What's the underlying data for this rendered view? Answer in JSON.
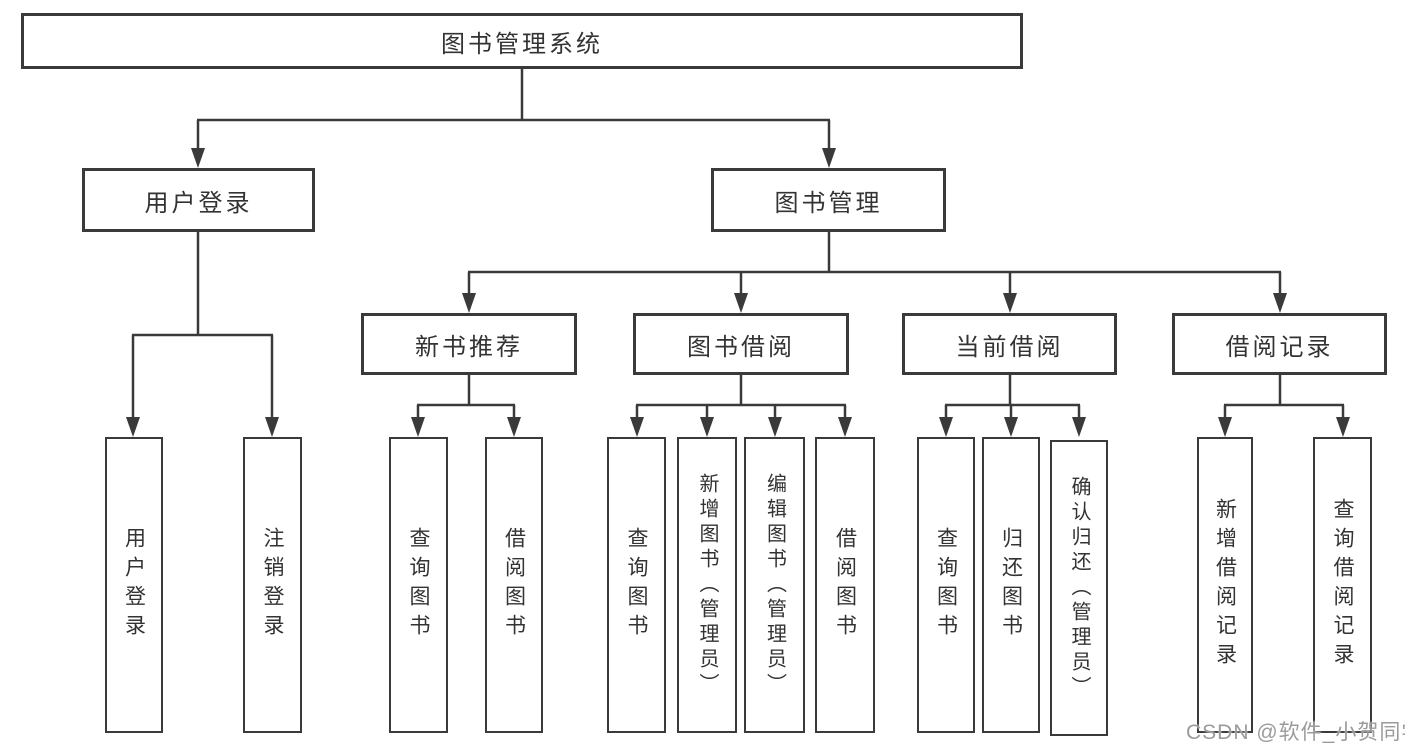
{
  "colors": {
    "line": "#3a3a3a",
    "text": "#333333",
    "box-bg": "#ffffff",
    "watermark": "#9b9b9b",
    "background": "#ffffff"
  },
  "nodes": {
    "root": "图书管理系统",
    "user_login": "用户登录",
    "book_management": "图书管理",
    "new_book_recommend": "新书推荐",
    "book_borrowing": "图书借阅",
    "current_borrowing": "当前借阅",
    "borrowing_records": "借阅记录",
    "leaf_user_login": "用户登录",
    "leaf_logout": "注销登录",
    "leaf_newbook_query": "查询图书",
    "leaf_newbook_borrow": "借阅图书",
    "leaf_borrow_query": "查询图书",
    "leaf_borrow_add": "新增图书（管理员）",
    "leaf_borrow_edit": "编辑图书（管理员）",
    "leaf_borrow_lend": "借阅图书",
    "leaf_current_query": "查询图书",
    "leaf_current_return": "归还图书",
    "leaf_current_confirm": "确认归还（管理员）",
    "leaf_records_add": "新增借阅记录",
    "leaf_records_query": "查询借阅记录"
  },
  "watermark": "CSDN @软件_小贺同学"
}
